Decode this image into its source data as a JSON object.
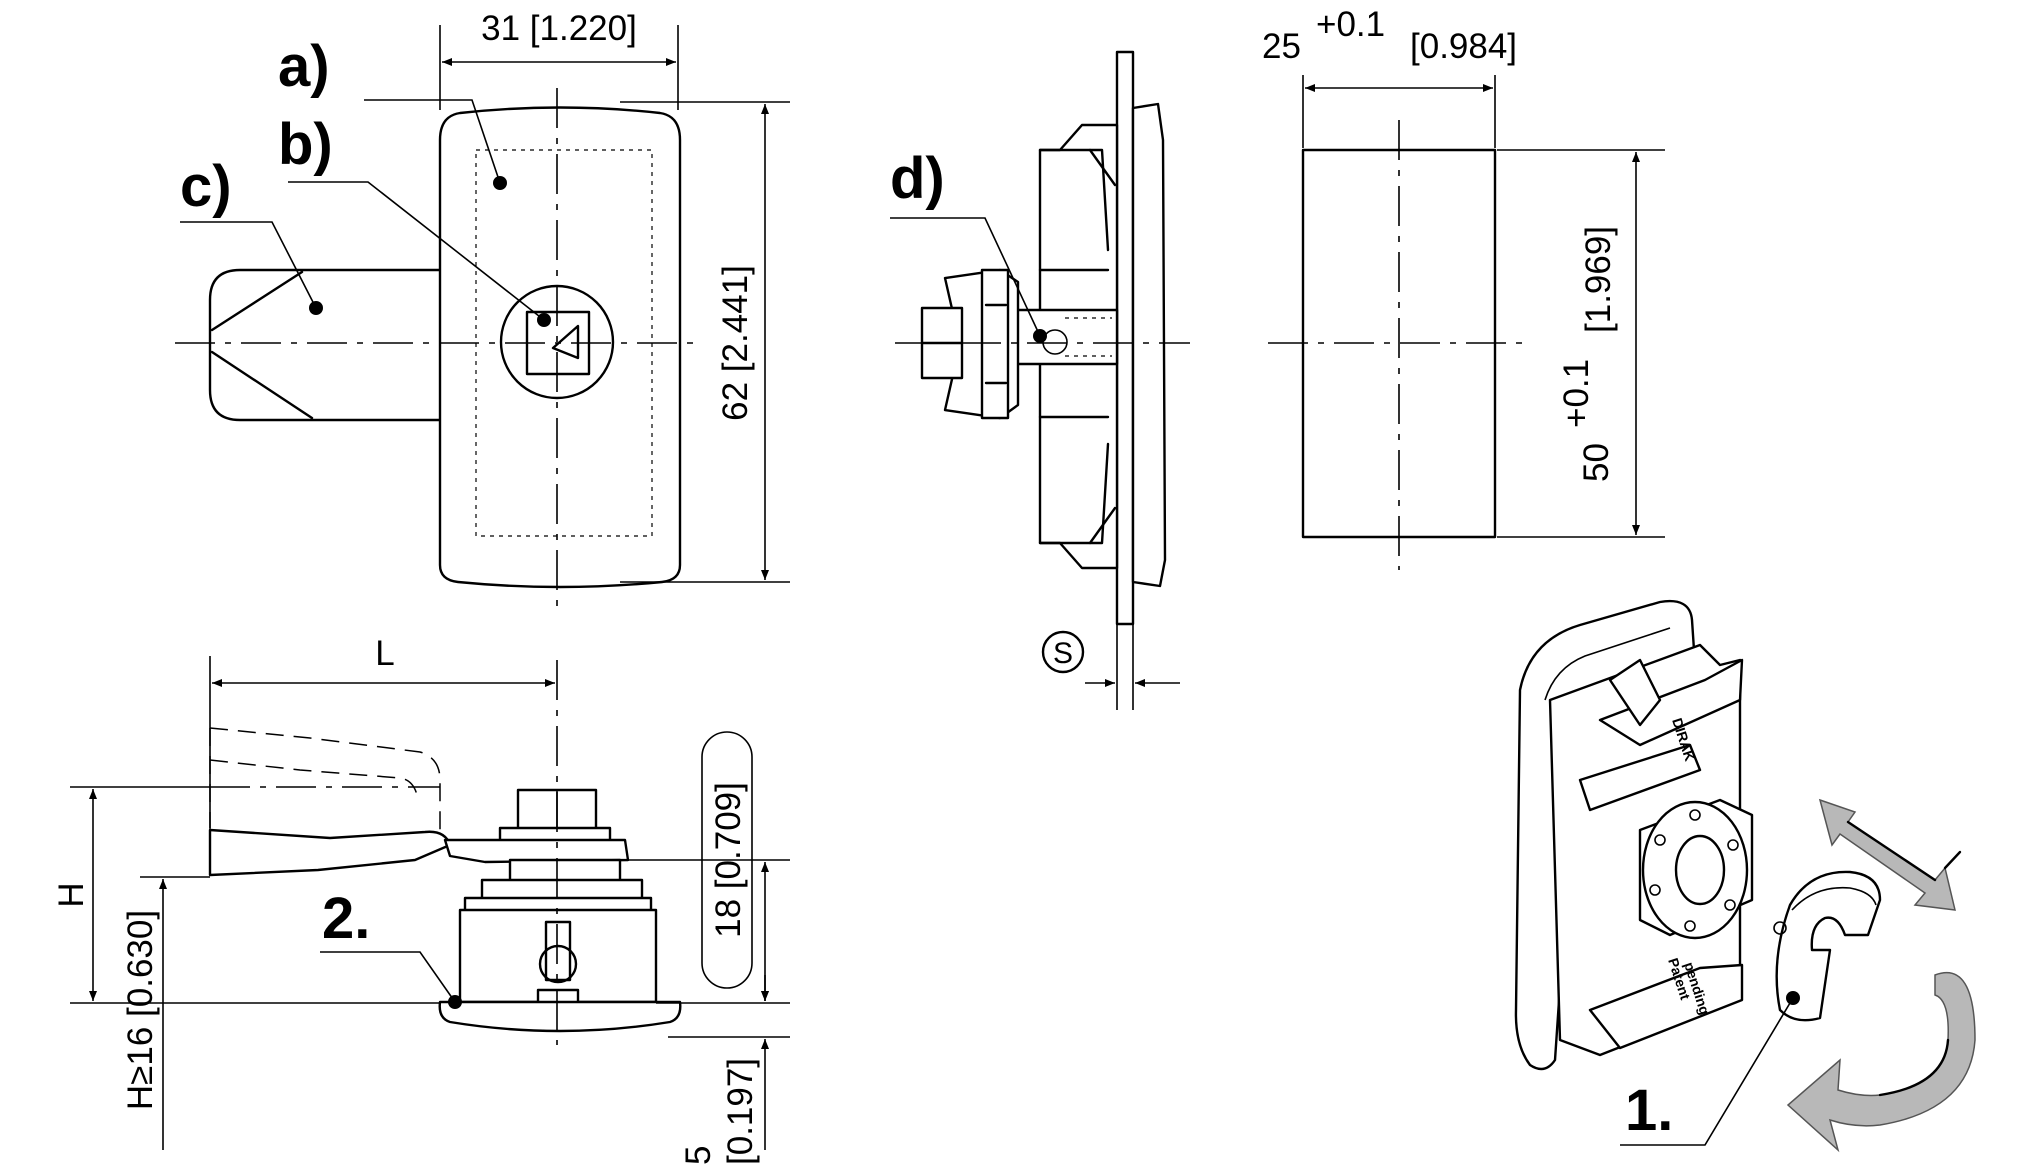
{
  "labels": {
    "a": "a)",
    "b": "b)",
    "c": "c)",
    "d": "d)",
    "step1": "1.",
    "step2": "2."
  },
  "dims": {
    "width_31": "31 [1.220]",
    "height_62": "62 [2.441]",
    "cutout_25_base": "25",
    "cutout_25_tol": "+0.1",
    "cutout_25_inch": "[0.984]",
    "cutout_50_base": "50",
    "cutout_50_tol": "+0.1",
    "cutout_50_inch": "[1.969]",
    "s_symbol": "S",
    "L": "L",
    "H": "H",
    "h16": "H≥16 [0.630]",
    "d18": "18 [0.709]",
    "d5_mm": "5",
    "d5_inch": "[0.197]"
  },
  "marks": {
    "brand": "DIRAK",
    "patent_line1": "Patent",
    "patent_line2": "pending"
  }
}
